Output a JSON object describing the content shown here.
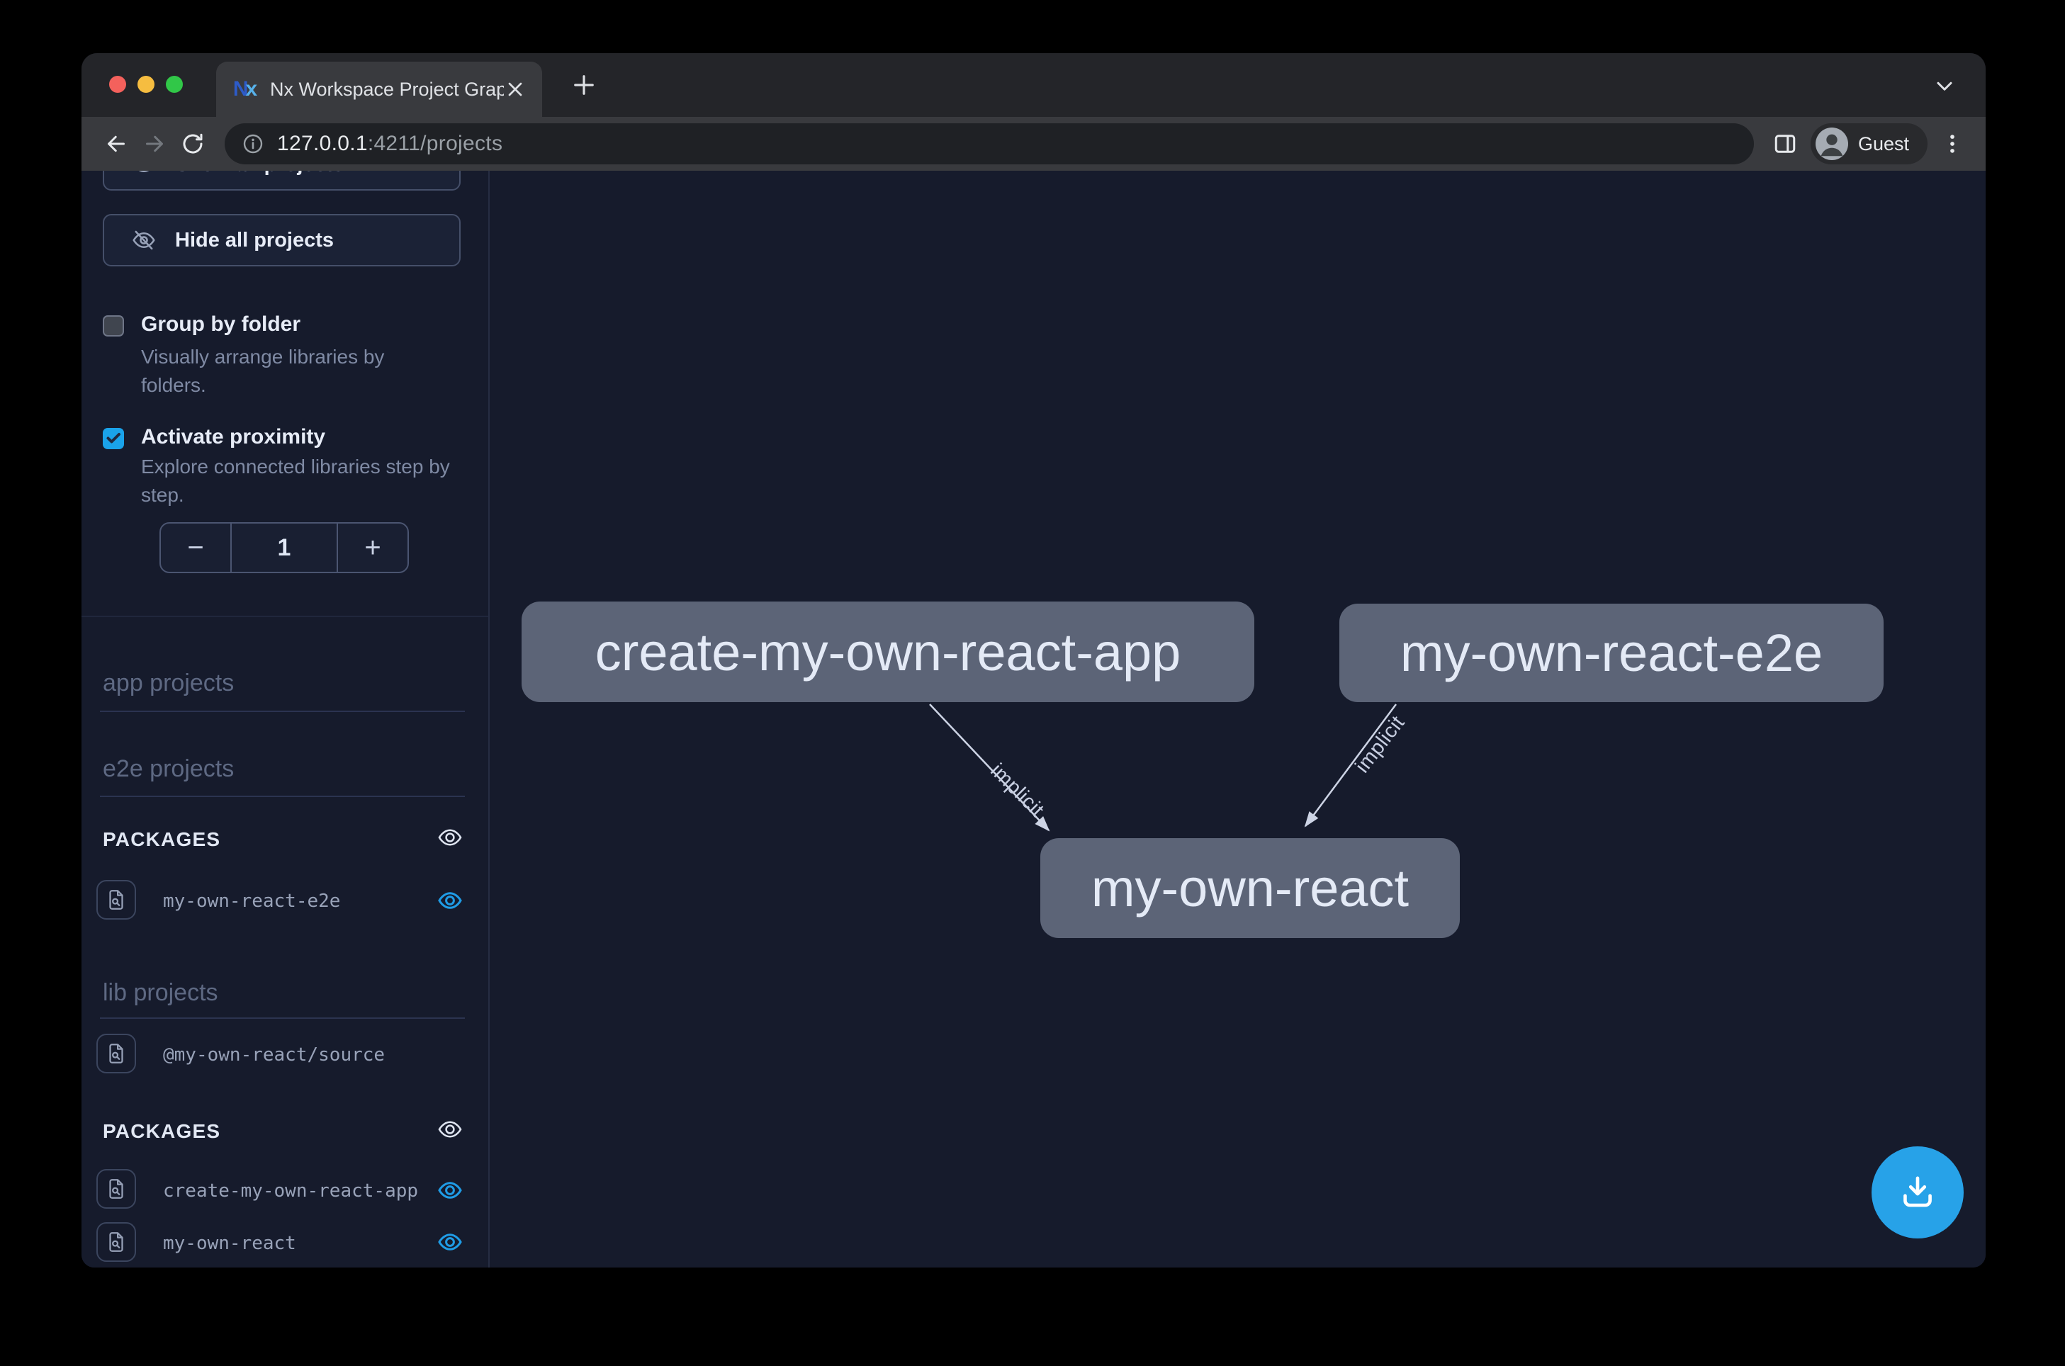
{
  "browser": {
    "tab_title": "Nx Workspace Project Graph",
    "favicon_n": "N",
    "favicon_x": "x",
    "url_host": "127.0.0.1",
    "url_path": ":4211/projects",
    "profile_label": "Guest"
  },
  "sidebar": {
    "show_all_label": "Show all projects",
    "hide_all_label": "Hide all projects",
    "group_by_folder_label": "Group by folder",
    "group_by_folder_desc_line1": "Visually arrange libraries by",
    "group_by_folder_desc_line2": "folders.",
    "activate_proximity_label": "Activate proximity",
    "activate_proximity_desc_line1": "Explore connected libraries step by",
    "activate_proximity_desc_line2": "step.",
    "proximity_minus": "−",
    "proximity_value": "1",
    "proximity_plus": "+",
    "app_projects_heading": "app projects",
    "e2e_projects_heading": "e2e projects",
    "lib_projects_heading": "lib projects",
    "packages_heading_e2e": "PACKAGES",
    "packages_heading_lib": "PACKAGES",
    "item_e2e_package": "my-own-react-e2e",
    "item_lib_source": "@my-own-react/source",
    "item_pkg_create": "create-my-own-react-app",
    "item_pkg_react": "my-own-react"
  },
  "graph": {
    "node_create": "create-my-own-react-app",
    "node_e2e": "my-own-react-e2e",
    "node_react": "my-own-react",
    "edge1_label": "implicit",
    "edge2_label": "implicit"
  },
  "colors": {
    "accent_blue": "#1aa3ea",
    "node_fill": "#5c6477",
    "canvas_bg": "#161b2c",
    "edge": "#cdd4e5"
  }
}
